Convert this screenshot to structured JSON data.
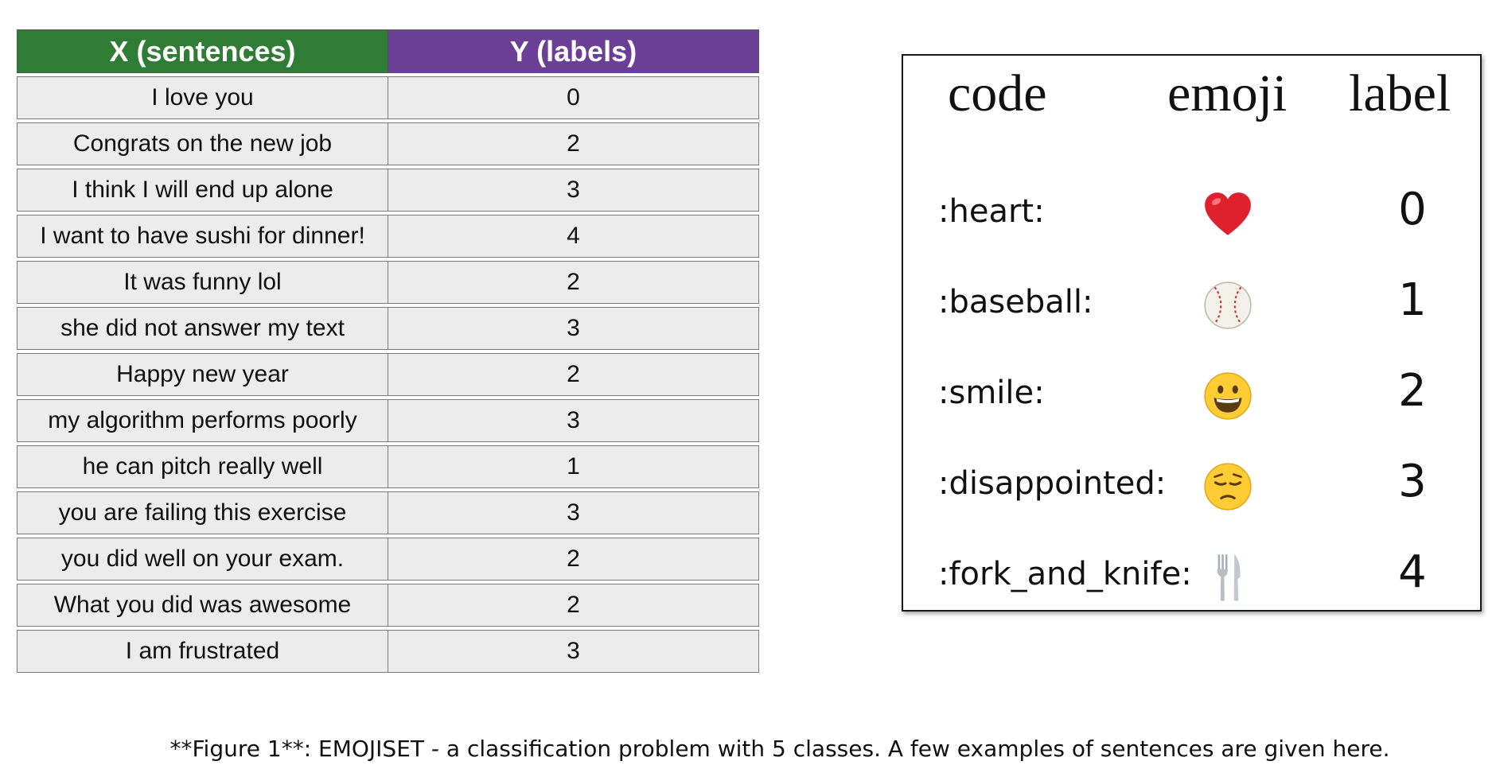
{
  "table": {
    "header_x": "X (sentences)",
    "header_y": "Y (labels)",
    "rows": [
      {
        "sentence": "I love you",
        "label": "0"
      },
      {
        "sentence": "Congrats on the new job",
        "label": "2"
      },
      {
        "sentence": "I think I will end up alone",
        "label": "3"
      },
      {
        "sentence": "I want to have sushi for dinner!",
        "label": "4"
      },
      {
        "sentence": "It was funny lol",
        "label": "2"
      },
      {
        "sentence": "she did not answer my text",
        "label": "3"
      },
      {
        "sentence": "Happy new year",
        "label": "2"
      },
      {
        "sentence": "my algorithm performs poorly",
        "label": "3"
      },
      {
        "sentence": "he can pitch really well",
        "label": "1"
      },
      {
        "sentence": "you are failing this exercise",
        "label": "3"
      },
      {
        "sentence": "you did well on your exam.",
        "label": "2"
      },
      {
        "sentence": "What you did was awesome",
        "label": "2"
      },
      {
        "sentence": "I am frustrated",
        "label": "3"
      }
    ],
    "colors": {
      "header_x_bg": "#2f7d34",
      "header_y_bg": "#6b3f95",
      "cell_bg": "#ececec"
    }
  },
  "emoji_table": {
    "headers": {
      "code": "code",
      "emoji": "emoji",
      "label": "label"
    },
    "rows": [
      {
        "code": ":heart:",
        "icon": "heart-icon",
        "label": "0"
      },
      {
        "code": ":baseball:",
        "icon": "baseball-icon",
        "label": "1"
      },
      {
        "code": ":smile:",
        "icon": "smile-icon",
        "label": "2"
      },
      {
        "code": ":disappointed:",
        "icon": "disappointed-icon",
        "label": "3"
      },
      {
        "code": ":fork_and_knife:",
        "icon": "fork-and-knife-icon",
        "label": "4"
      }
    ]
  },
  "caption": "**Figure 1**: EMOJISET - a classification problem with 5 classes. A few examples of sentences are given here."
}
